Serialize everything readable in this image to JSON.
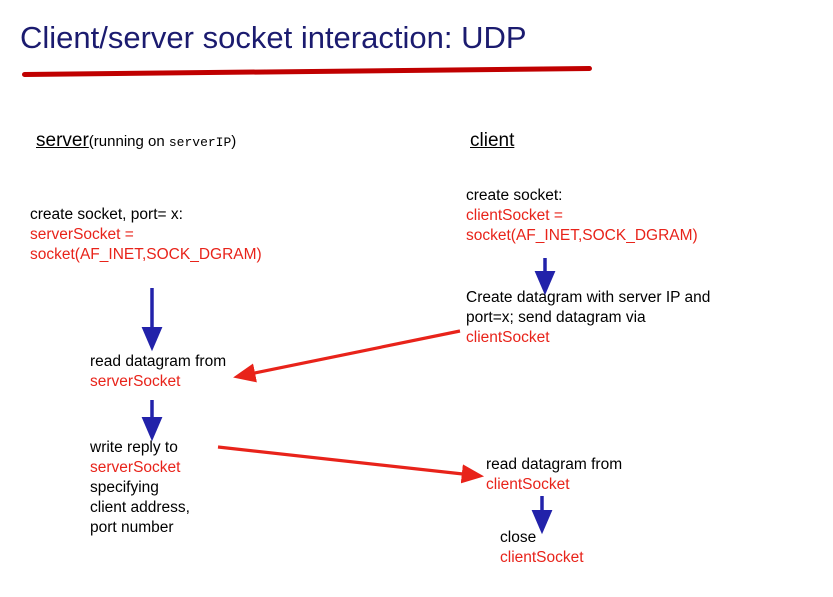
{
  "slide": {
    "title": "Client/server socket interaction: UDP",
    "accent_underline_color": "#c00000",
    "title_color": "#1b1b6f",
    "code_color": "#e8231a",
    "arrow_blue": "#2222aa",
    "arrow_red": "#e8231a",
    "columns": {
      "server": {
        "header_main": "server",
        "header_sub_pre": "(running on ",
        "header_sub_mono": "serverIP",
        "header_sub_post": ")"
      },
      "client": {
        "header_main": "client"
      }
    },
    "server_steps": [
      {
        "name": "server-create-socket",
        "lines": [
          {
            "text": "create socket, port= x:",
            "code": false
          },
          {
            "text": "serverSocket =",
            "code": true
          },
          {
            "text": "socket(AF_INET,SOCK_DGRAM)",
            "code": true
          }
        ]
      },
      {
        "name": "server-read-datagram",
        "lines": [
          {
            "text": "read datagram from",
            "code": false
          },
          {
            "text": "serverSocket",
            "code": true
          }
        ]
      },
      {
        "name": "server-write-reply",
        "lines": [
          {
            "text": "write reply to",
            "code": false
          },
          {
            "text": "serverSocket",
            "code": true
          },
          {
            "text": "specifying",
            "code": false
          },
          {
            "text": "client address,",
            "code": false
          },
          {
            "text": "port number",
            "code": false
          }
        ]
      }
    ],
    "client_steps": [
      {
        "name": "client-create-socket",
        "lines": [
          {
            "text": "create socket:",
            "code": false
          },
          {
            "text": "clientSocket =",
            "code": true
          },
          {
            "text": "socket(AF_INET,SOCK_DGRAM)",
            "code": true
          }
        ]
      },
      {
        "name": "client-create-datagram",
        "lines": [
          {
            "text": "Create datagram with server IP and",
            "code": false
          },
          {
            "text": "port=x; send datagram via",
            "code": false
          },
          {
            "text": "clientSocket",
            "code": true
          }
        ]
      },
      {
        "name": "client-read-datagram",
        "lines": [
          {
            "text": "read datagram from",
            "code": false
          },
          {
            "text": "clientSocket",
            "code": true
          }
        ]
      },
      {
        "name": "client-close",
        "lines": [
          {
            "text": "close",
            "code": false
          },
          {
            "text": " clientSocket",
            "code": true
          }
        ]
      }
    ]
  }
}
